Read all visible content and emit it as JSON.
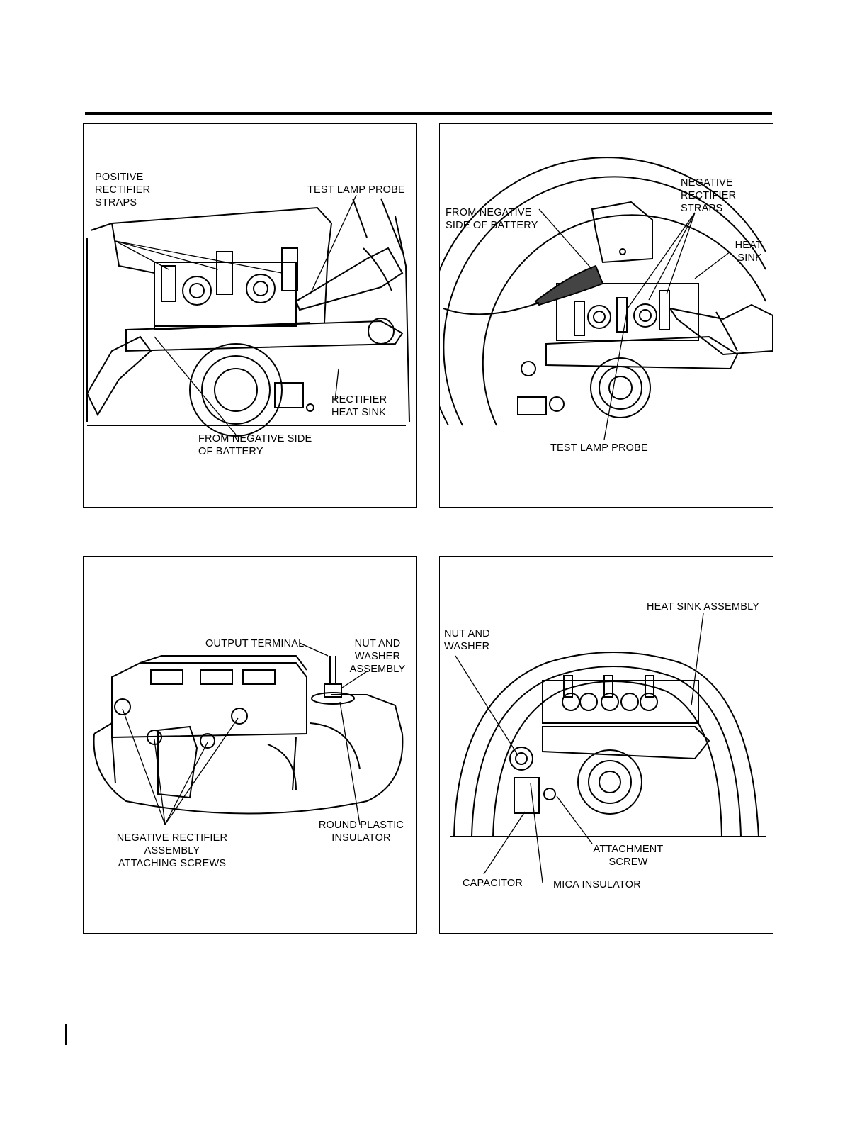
{
  "panels": [
    {
      "labels": {
        "positive_straps": "POSITIVE\nRECTIFIER\nSTRAPS",
        "test_lamp_probe": "TEST LAMP PROBE",
        "rectifier_heat_sink": "RECTIFIER\nHEAT SINK",
        "from_negative": "FROM NEGATIVE SIDE\nOF BATTERY"
      }
    },
    {
      "labels": {
        "negative_straps": "NEGATIVE\nRECTIFIER\nSTRAPS",
        "from_negative": "FROM NEGATIVE\nSIDE OF BATTERY",
        "heat_sink": "HEAT\nSINK",
        "test_lamp_probe": "TEST LAMP PROBE"
      }
    },
    {
      "labels": {
        "output_terminal": "OUTPUT TERMINAL",
        "nut_washer": "NUT AND\nWASHER\nASSEMBLY",
        "neg_rect_screws": "NEGATIVE RECTIFIER ASSEMBLY\nATTACHING SCREWS",
        "round_insulator": "ROUND PLASTIC\nINSULATOR"
      }
    },
    {
      "labels": {
        "heat_sink_assembly": "HEAT SINK ASSEMBLY",
        "nut_washer": "NUT AND\nWASHER",
        "attachment_screw": "ATTACHMENT\nSCREW",
        "capacitor": "CAPACITOR",
        "mica_insulator": "MICA INSULATOR"
      }
    }
  ]
}
